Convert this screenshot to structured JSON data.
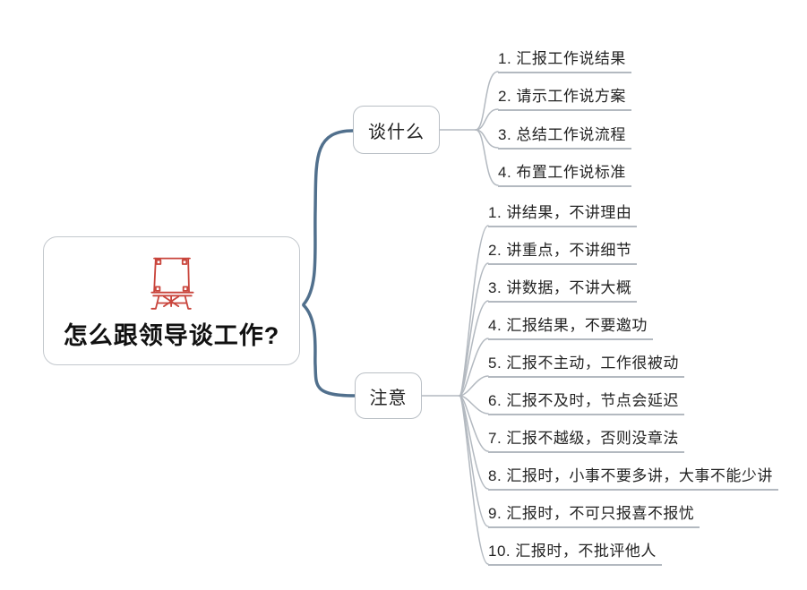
{
  "root": {
    "label": "怎么跟领导谈工作?",
    "icon": "easel-presentation-icon"
  },
  "branches": [
    {
      "label": "谈什么",
      "children": [
        {
          "label": "1. 汇报工作说结果"
        },
        {
          "label": "2. 请示工作说方案"
        },
        {
          "label": "3. 总结工作说流程"
        },
        {
          "label": "4. 布置工作说标准"
        }
      ]
    },
    {
      "label": "注意",
      "children": [
        {
          "label": "1. 讲结果，不讲理由"
        },
        {
          "label": "2. 讲重点，不讲细节"
        },
        {
          "label": "3. 讲数据，不讲大概"
        },
        {
          "label": "4. 汇报结果，不要邀功"
        },
        {
          "label": "5. 汇报不主动，工作很被动"
        },
        {
          "label": "6. 汇报不及时，节点会延迟"
        },
        {
          "label": "7. 汇报不越级，否则没章法"
        },
        {
          "label": "8. 汇报时，小事不要多讲，大事不能少讲"
        },
        {
          "label": "9. 汇报时，不可只报喜不报忧"
        },
        {
          "label": "10. 汇报时，不批评他人"
        }
      ]
    }
  ],
  "colors": {
    "main_branch": "#51708d",
    "connector": "#b3b9c0",
    "node_border": "#bfc5ca",
    "icon_red": "#c9453c",
    "text": "#2a2a2a"
  }
}
